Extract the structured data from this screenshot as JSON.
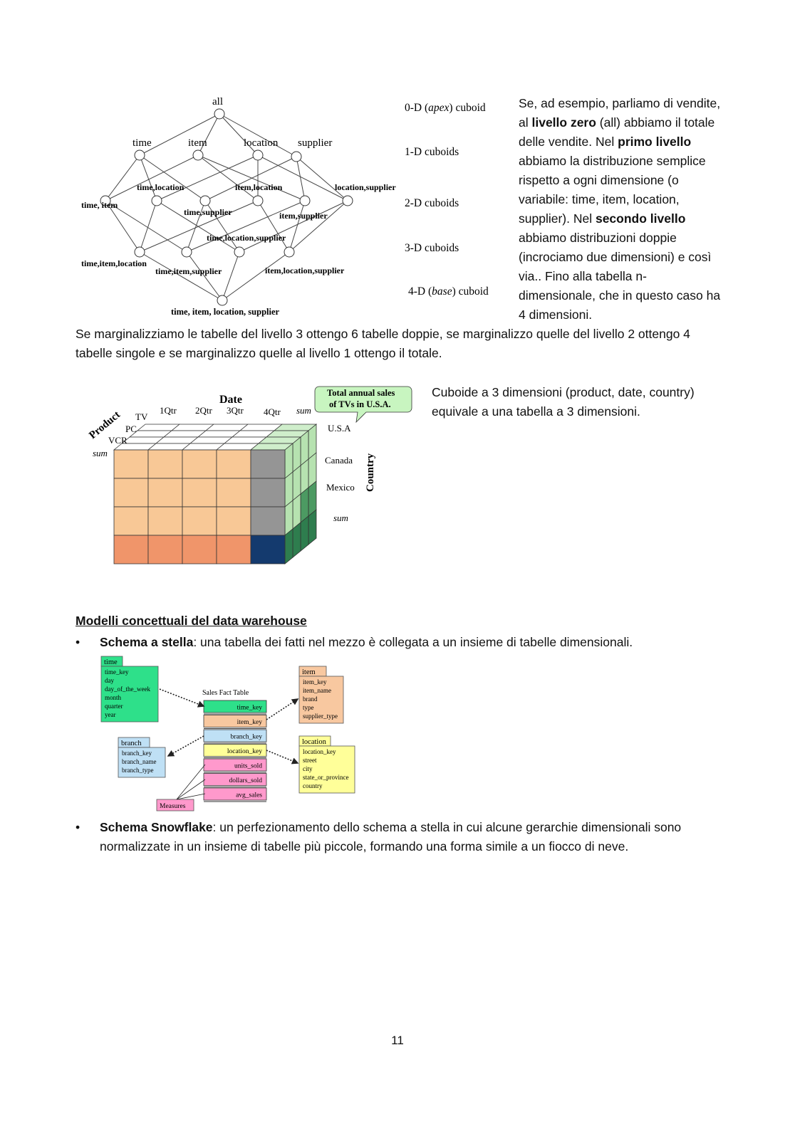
{
  "lattice": {
    "apex": "all",
    "level1": [
      "time",
      "item",
      "location",
      "supplier"
    ],
    "level2": [
      "time, item",
      "time,location",
      "time,supplier",
      "item,location",
      "item,supplier",
      "location,supplier"
    ],
    "level3": [
      "time,item,location",
      "time,item,supplier",
      "time,location,supplier",
      "item,location,supplier"
    ],
    "base": "time, item, location, supplier",
    "level_labels": [
      {
        "prefix": "0-D (",
        "em": "apex",
        "suffix": ") cuboid"
      },
      {
        "prefix": "1-D cuboids",
        "em": "",
        "suffix": ""
      },
      {
        "prefix": "2-D cuboids",
        "em": "",
        "suffix": ""
      },
      {
        "prefix": "3-D cuboids",
        "em": "",
        "suffix": ""
      },
      {
        "prefix": "4-D (",
        "em": "base",
        "suffix": ") cuboid"
      }
    ]
  },
  "side_text": {
    "p1": "Se, ad esempio, parliamo di vendite, al ",
    "b1": "livello zero",
    "p2": " (all) abbiamo il totale delle vendite. Nel ",
    "b2": "primo livello",
    "p3": " abbiamo la distribuzione semplice rispetto a ogni dimensione (o variabile: time, item, location, supplier). Nel ",
    "b3": "secondo livello",
    "p4": " abbiamo distribuzioni doppie (incrociamo due dimensioni) e così via.. Fino alla tabella n-dimensionale, che in questo caso ha 4 dimensioni."
  },
  "marginal_text": "Se marginalizziamo le tabelle del livello 3 ottengo 6 tabelle doppie, se marginalizzo quelle del livello 2 ottengo 4 tabelle singole e se marginalizzo quelle al livello 1 ottengo il totale.",
  "cube": {
    "date_label": "Date",
    "product_label": "Product",
    "country_label": "Country",
    "quarters": [
      "1Qtr",
      "2Qtr",
      "3Qtr",
      "4Qtr",
      "sum"
    ],
    "products": [
      "TV",
      "PC",
      "VCR",
      "sum"
    ],
    "countries": [
      "U.S.A",
      "Canada",
      "Mexico",
      "sum"
    ],
    "callout": "Total annual sales of TVs in U.S.A.",
    "colors": {
      "light": "#f8c896",
      "dark": "#f0956a",
      "gray": "#959595",
      "navy": "#143a6e",
      "green_light": "#b6e2b0",
      "green_dark": "#2e7d4e"
    }
  },
  "cube_text": "Cuboide a 3 dimensioni (product, date, country) equivale a una tabella a 3 dimensioni.",
  "section": {
    "heading": "Modelli concettuali del data warehouse",
    "bullet1_bold": "Schema a stella",
    "bullet1_text": ": una tabella dei fatti nel mezzo è collegata a un insieme di tabelle dimensionali.",
    "bullet2_bold": "Schema Snowflake",
    "bullet2_text": ": un perfezionamento dello schema a stella in cui alcune gerarchie dimensionali sono normalizzate in un insieme di tabelle più piccole, formando una forma simile a un fiocco di neve."
  },
  "star": {
    "time": {
      "title": "time",
      "fields": [
        "time_key",
        "day",
        "day_of_the_week",
        "month",
        "quarter",
        "year"
      ],
      "color": "#2ee08a"
    },
    "item": {
      "title": "item",
      "fields": [
        "item_key",
        "item_name",
        "brand",
        "type",
        "supplier_type"
      ],
      "color": "#f8c8a0"
    },
    "branch": {
      "title": "branch",
      "fields": [
        "branch_key",
        "branch_name",
        "branch_type"
      ],
      "color": "#bfe0f5"
    },
    "location": {
      "title": "location",
      "fields": [
        "location_key",
        "street",
        "city",
        "state_or_province",
        "country"
      ],
      "color": "#ffff99"
    },
    "fact": {
      "title": "Sales Fact Table",
      "fields": [
        "time_key",
        "item_key",
        "branch_key",
        "location_key",
        "units_sold",
        "dollars_sold",
        "avg_sales"
      ],
      "colors": [
        "#2ee08a",
        "#f8c8a0",
        "#bfe0f5",
        "#ffff99",
        "#ff99cc",
        "#ff99cc",
        "#ff99cc"
      ]
    },
    "measures": "Measures"
  },
  "page_number": "11"
}
